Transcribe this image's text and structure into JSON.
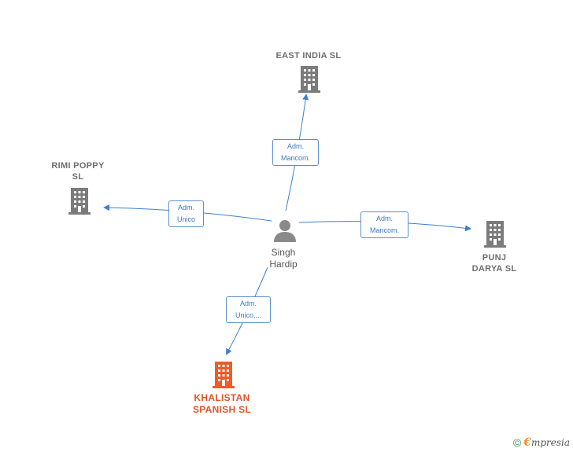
{
  "center": {
    "name": "Singh\nHardip"
  },
  "companies": [
    {
      "id": "east",
      "name": "EAST INDIA  SL",
      "role": "Adm.\nMancom."
    },
    {
      "id": "rimi",
      "name": "RIMI POPPY\nSL",
      "role": "Adm.\nUnico"
    },
    {
      "id": "punj",
      "name": "PUNJ\nDARYA  SL",
      "role": "Adm.\nMancom."
    },
    {
      "id": "khal",
      "name": "KHALISTAN\nSPANISH  SL",
      "role": "Adm.\nUnico,..."
    }
  ],
  "footer": {
    "copyright": "©",
    "brand_e": "€",
    "brand_rest": "mpresia"
  },
  "colors": {
    "edge": "#3d7fd4",
    "company_icon": "#7b7b7b",
    "main_icon": "#f05a28",
    "person_icon": "#8a8a8a"
  }
}
